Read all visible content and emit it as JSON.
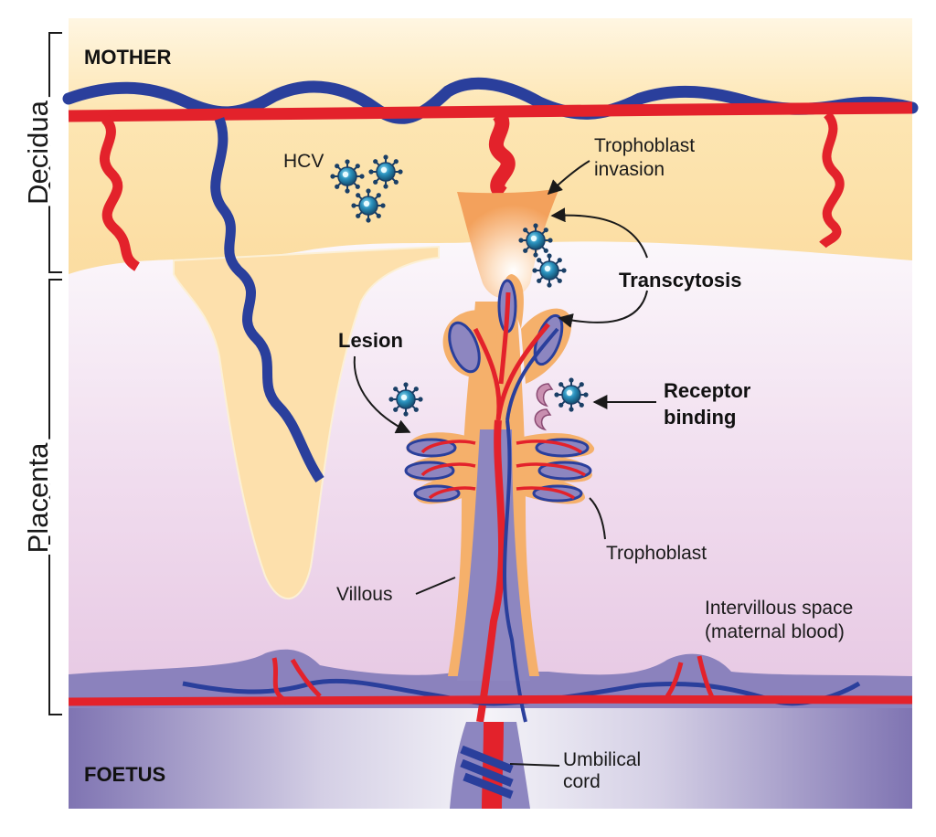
{
  "labels": {
    "mother": "MOTHER",
    "foetus": "FOETUS",
    "decidua": "Decidua",
    "placenta": "Placenta",
    "hcv": "HCV",
    "trophoblast_invasion_1": "Trophoblast",
    "trophoblast_invasion_2": "invasion",
    "transcytosis": "Transcytosis",
    "lesion": "Lesion",
    "receptor_binding_1": "Receptor",
    "receptor_binding_2": "binding",
    "trophoblast": "Trophoblast",
    "villous": "Villous",
    "intervillous_1": "Intervillous space",
    "intervillous_2": "(maternal blood)",
    "umbilical_1": "Umbilical",
    "umbilical_2": "cord"
  },
  "colors": {
    "artery": "#e3222b",
    "vein": "#2a3f9c",
    "decidua": "#fbe0a6",
    "trophoblast": "#f4a75a",
    "villous": "#8d86c0",
    "virus": "#1f7fa6",
    "foetus": "#8a7fb8"
  }
}
